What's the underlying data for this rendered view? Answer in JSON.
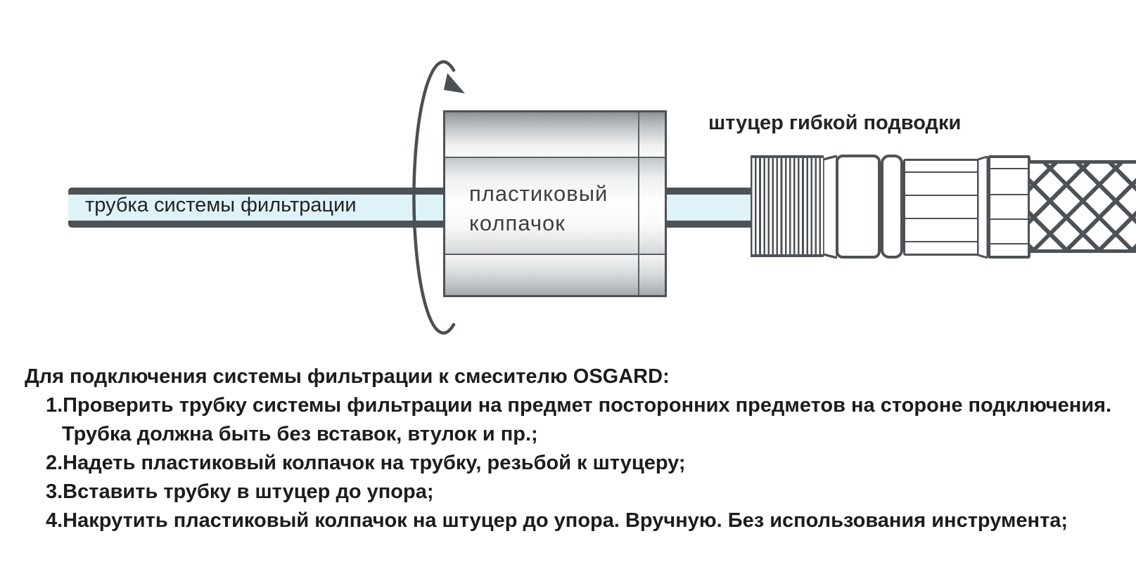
{
  "colors": {
    "line": "#4d5257",
    "tube_fill": "#ddf3f7",
    "text_dark": "#1c1c1c"
  },
  "diagram": {
    "tube_label": "трубка системы фильтрации",
    "cap_label": "пластиковый\nколпачок",
    "fitting_label": "штуцер гибкой подводки"
  },
  "instructions": {
    "title": "Для подключения системы фильтрации к смесителю OSGARD:",
    "lines": [
      {
        "indent": "item",
        "text": "1.Проверить трубку системы фильтрации на предмет посторонних предметов на стороне подключения."
      },
      {
        "indent": "cont",
        "text": "Трубка должна быть без вставок, втулок и пр.;"
      },
      {
        "indent": "item",
        "text": "2.Надеть пластиковый колпачок на трубку, резьбой к штуцеру;"
      },
      {
        "indent": "item",
        "text": "3.Вставить трубку в штуцер до упора;"
      },
      {
        "indent": "item",
        "text": "4.Накрутить пластиковый колпачок на штуцер до упора. Вручную. Без использования инструмента;"
      }
    ]
  }
}
